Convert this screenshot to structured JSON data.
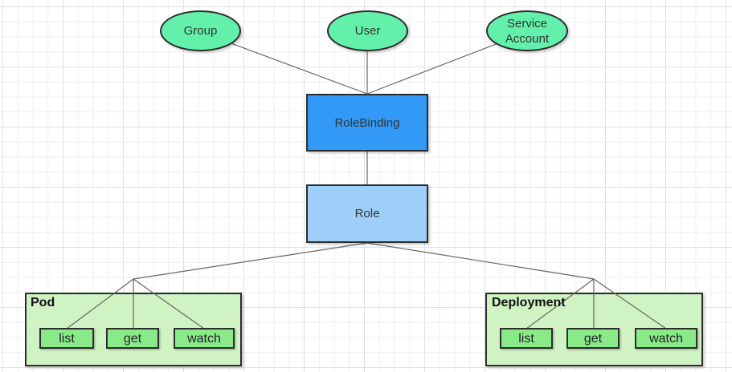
{
  "diagram": {
    "subjects": [
      {
        "id": "group",
        "label": "Group"
      },
      {
        "id": "user",
        "label": "User"
      },
      {
        "id": "service-account",
        "label": "Service Account"
      }
    ],
    "binding": {
      "label": "RoleBinding"
    },
    "role": {
      "label": "Role"
    },
    "resources": [
      {
        "id": "pod",
        "title": "Pod",
        "verbs": [
          "list",
          "get",
          "watch"
        ]
      },
      {
        "id": "deployment",
        "title": "Deployment",
        "verbs": [
          "list",
          "get",
          "watch"
        ]
      }
    ],
    "edges": [
      {
        "from": "Group",
        "to": "RoleBinding"
      },
      {
        "from": "User",
        "to": "RoleBinding"
      },
      {
        "from": "Service Account",
        "to": "RoleBinding"
      },
      {
        "from": "RoleBinding",
        "to": "Role"
      },
      {
        "from": "Role",
        "to": "Pod.list"
      },
      {
        "from": "Role",
        "to": "Pod.get"
      },
      {
        "from": "Role",
        "to": "Pod.watch"
      },
      {
        "from": "Role",
        "to": "Deployment.list"
      },
      {
        "from": "Role",
        "to": "Deployment.get"
      },
      {
        "from": "Role",
        "to": "Deployment.watch"
      }
    ],
    "colors": {
      "subject_fill": "#63f0ab",
      "binding_fill": "#3399f7",
      "role_fill": "#9ecff9",
      "container_fill": "#cff3c2",
      "verb_fill": "#8aea8a",
      "border": "#2d2d2d",
      "connector": "#666666"
    }
  }
}
